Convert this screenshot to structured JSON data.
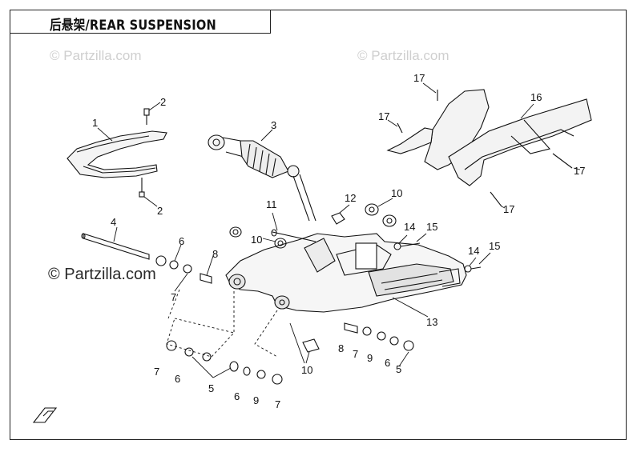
{
  "title": "后悬架/REAR SUSPENSION",
  "watermark": "© Partzilla.com",
  "callouts": {
    "c1": "1",
    "c2a": "2",
    "c2b": "2",
    "c3": "3",
    "c4": "4",
    "c5a": "5",
    "c5b": "5",
    "c6a": "6",
    "c6b": "6",
    "c6c": "6",
    "c6d": "6",
    "c7a": "7",
    "c7b": "7",
    "c7c": "7",
    "c7d": "7",
    "c8a": "8",
    "c8b": "8",
    "c9a": "9",
    "c9b": "9",
    "c10a": "10",
    "c10b": "10",
    "c10c": "10",
    "c11": "11",
    "c12": "12",
    "c13": "13",
    "c14a": "14",
    "c14b": "14",
    "c15a": "15",
    "c15b": "15",
    "c16": "16",
    "c17a": "17",
    "c17b": "17",
    "c17c": "17",
    "c17d": "17"
  }
}
